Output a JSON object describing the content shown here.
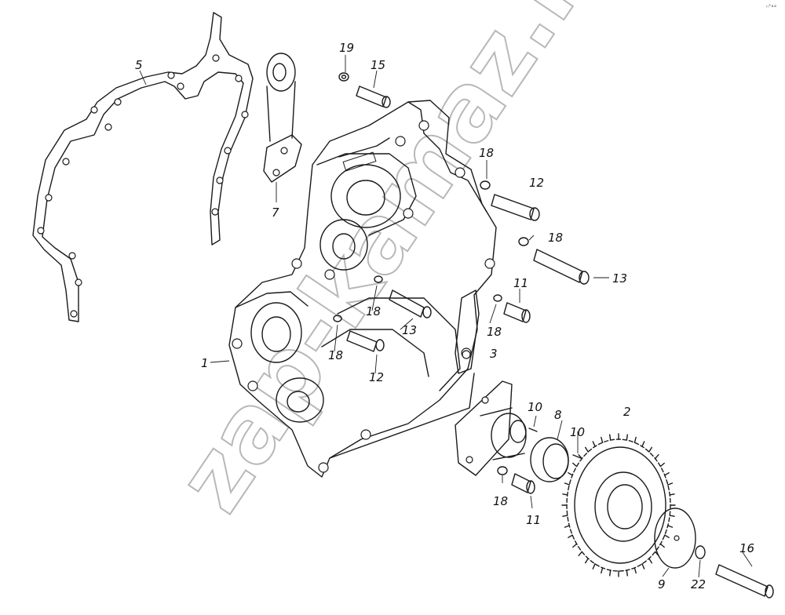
{
  "watermark": "zap-kamaz.ru",
  "corner_mark": "ⁿ˚°°",
  "callouts": {
    "c1": "1",
    "c2": "2",
    "c3": "3",
    "c5": "5",
    "c7": "7",
    "c8": "8",
    "c9": "9",
    "c10a": "10",
    "c10b": "10",
    "c11a": "11",
    "c11b": "11",
    "c12a": "12",
    "c12b": "12",
    "c13a": "13",
    "c13b": "13",
    "c15": "15",
    "c16": "16",
    "c18a": "18",
    "c18b": "18",
    "c18c": "18",
    "c18d": "18",
    "c18e": "18",
    "c18f": "18",
    "c19": "19",
    "c22": "22"
  }
}
